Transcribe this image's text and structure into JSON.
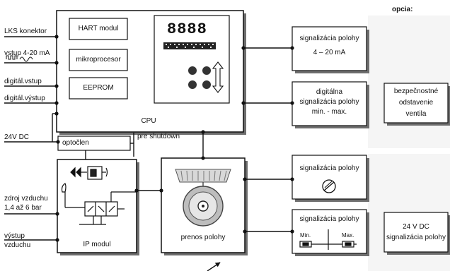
{
  "header": {
    "option_label": "opcia:"
  },
  "inputs": {
    "lks": "LKS konektor",
    "analog": "vstup 4-20 mA",
    "digital_in": "digitál.vstup",
    "digital_out": "digitál.výstup",
    "power": "24V DC",
    "air_supply_line1": "zdroj vzduchu",
    "air_supply_line2": "1,4 až 6 bar",
    "air_out_line1": "výstup",
    "air_out_line2": "vzduchu"
  },
  "cpu": {
    "label": "CPU",
    "hart": "HART modul",
    "micro": "mikroprocesor",
    "eeprom": "EEPROM",
    "display_digits": "8888"
  },
  "optocoupler": {
    "label": "optočlen",
    "shutdown": "pre shutdown"
  },
  "ip_module": {
    "label": "IP modul"
  },
  "transfer": {
    "label": "prenos polohy"
  },
  "outputs": {
    "analog_line1": "signalizácia polohy",
    "analog_line2": "4 – 20 mA",
    "digital_line1": "digitálna",
    "digital_line2": "signalizácia polohy",
    "digital_line3": "min.  -  max.",
    "mech_label": "signalizácia polohy",
    "switch_label": "signalizácia polohy",
    "switch_min": "Min.",
    "switch_max": "Max."
  },
  "options": {
    "safety_line1": "bezpečnostné",
    "safety_line2": "odstavenie",
    "safety_line3": "ventila",
    "power_line1": "24 V DC",
    "power_line2": "signalizácia polohy"
  },
  "colors": {
    "line": "#111111",
    "shadow": "#6e6e6e",
    "display": "#222222",
    "button": "#333333"
  }
}
